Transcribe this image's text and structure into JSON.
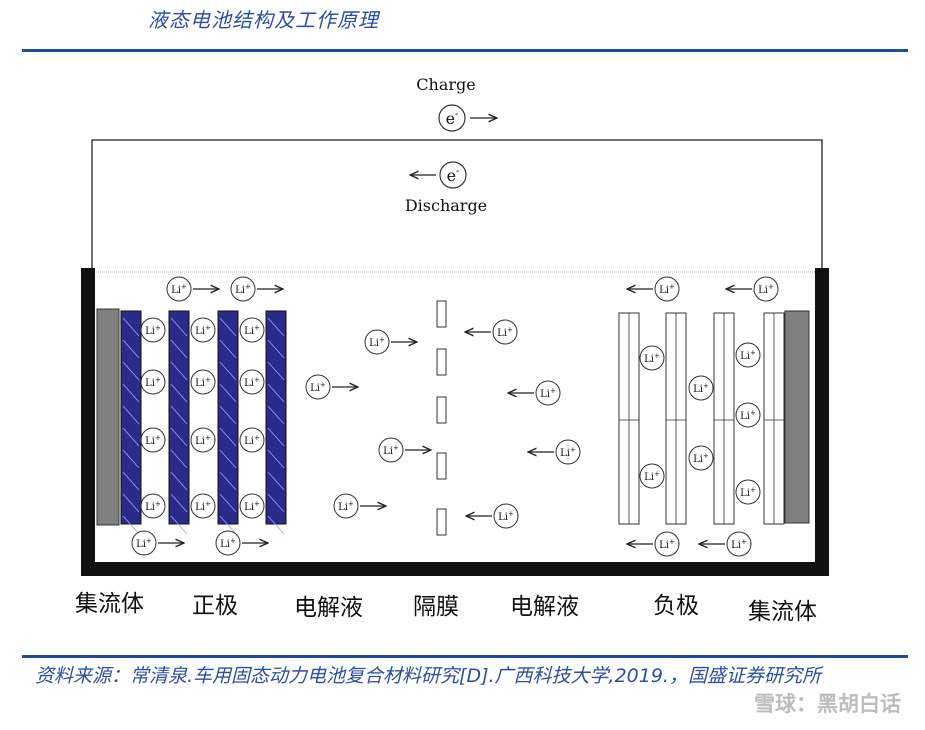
{
  "title": "液态电池结构及工作原理",
  "charge_label": "Charge",
  "discharge_label": "Discharge",
  "electron_label": "e",
  "electron_charge": "-",
  "ion_label": "Li",
  "ion_charge": "+",
  "labels": {
    "collector_left": "集流体",
    "cathode": "正极",
    "electrolyte_left": "电解液",
    "separator": "隔膜",
    "electrolyte_right": "电解液",
    "anode": "负极",
    "collector_right": "集流体"
  },
  "source_text": "资料来源：常清泉.车用固态动力电池复合材料研究[D].广西科技大学,2019.，国盛证券研究所",
  "watermark": "雪球：黑胡白话",
  "colors": {
    "accent": "#1f4e9b",
    "cathode": "#2a2a8a",
    "collector": "#808080"
  }
}
